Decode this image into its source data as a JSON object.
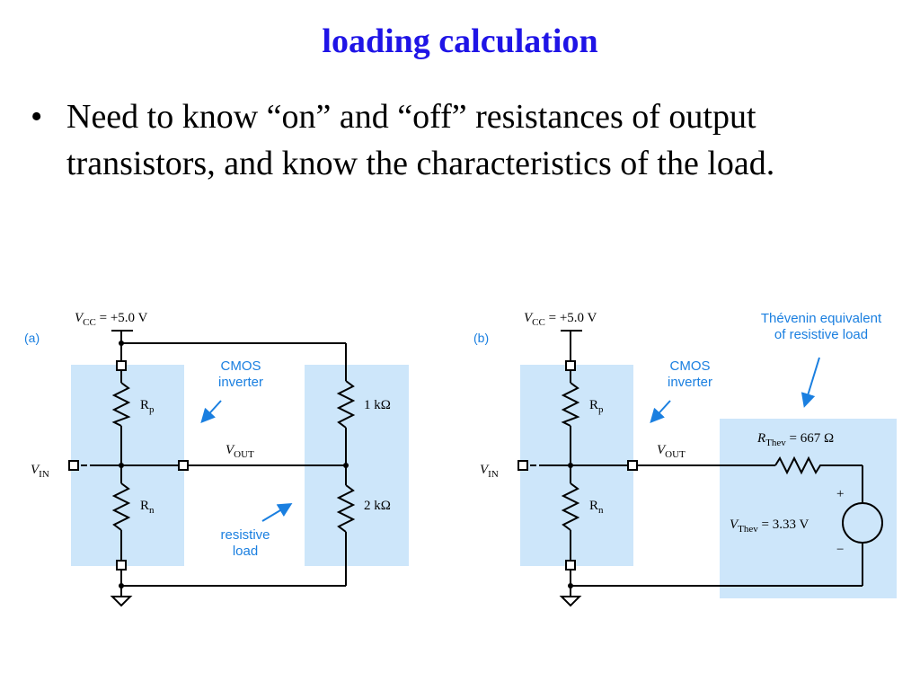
{
  "slide": {
    "title": "loading calculation",
    "bullet_text": "Need to know “on” and “off” resistances of output transistors, and know the characteristics of the load."
  },
  "colors": {
    "title": "#1f14e6",
    "panel_fill": "#cde6fa",
    "annotation": "#1a7fe0",
    "wire": "#000000"
  },
  "diagram_a": {
    "tag": "(a)",
    "vcc": {
      "v": "V",
      "sub": "CC",
      "rest": " = +5.0 V"
    },
    "vin": {
      "v": "V",
      "sub": "IN"
    },
    "vout": {
      "v": "V",
      "sub": "OUT"
    },
    "rp": {
      "r": "R",
      "sub": "p"
    },
    "rn": {
      "r": "R",
      "sub": "n"
    },
    "r_top": "1 kΩ",
    "r_bottom": "2 kΩ",
    "cmos_label_1": "CMOS",
    "cmos_label_2": "inverter",
    "load_label_1": "resistive",
    "load_label_2": "load"
  },
  "diagram_b": {
    "tag": "(b)",
    "vcc": {
      "v": "V",
      "sub": "CC",
      "rest": " = +5.0 V"
    },
    "vin": {
      "v": "V",
      "sub": "IN"
    },
    "vout": {
      "v": "V",
      "sub": "OUT"
    },
    "rp": {
      "r": "R",
      "sub": "p"
    },
    "rn": {
      "r": "R",
      "sub": "n"
    },
    "cmos_label_1": "CMOS",
    "cmos_label_2": "inverter",
    "thev_label_1": "Thévenin equivalent",
    "thev_label_2": "of resistive load",
    "rthev": {
      "r": "R",
      "sub": "Thev",
      "rest": " = 667 Ω"
    },
    "vthev": {
      "v": "V",
      "sub": "Thev",
      "rest": " = 3.33 V"
    },
    "plus": "+",
    "minus": "−"
  }
}
